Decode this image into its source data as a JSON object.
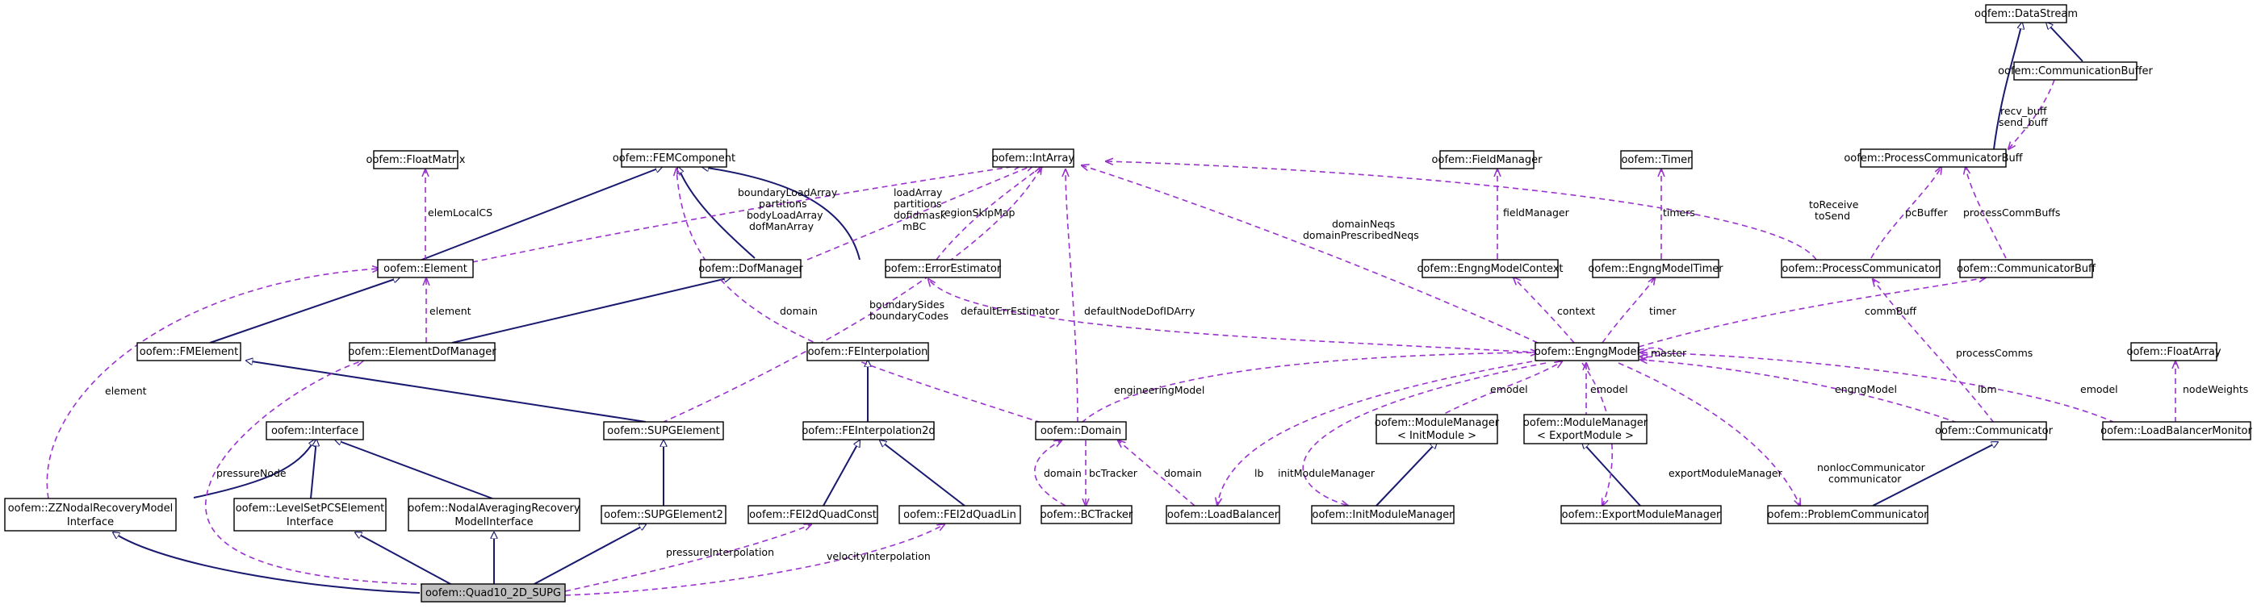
{
  "diagram_title": "",
  "colors": {
    "inherit_edge": "#191970",
    "use_edge": "#9a32cd",
    "root_fill": "#bfbfbf",
    "node_fill": "#ffffff"
  },
  "nodes": {
    "datastream": "oofem::DataStream",
    "communicationbuffer": "oofem::CommunicationBuffer",
    "processcommunicatorbuff": "oofem::ProcessCommunicatorBuff",
    "floatmatrix": "oofem::FloatMatrix",
    "femcomponent": "oofem::FEMComponent",
    "intarray": "oofem::IntArray",
    "fieldmanager": "oofem::FieldManager",
    "timer": "oofem::Timer",
    "element": "oofem::Element",
    "dofmanager": "oofem::DofManager",
    "errorestimator": "oofem::ErrorEstimator",
    "engngmodelcontext": "oofem::EngngModelContext",
    "engngmodeltimer": "oofem::EngngModelTimer",
    "processcommunicator": "oofem::ProcessCommunicator",
    "communicatorbuff": "oofem::CommunicatorBuff",
    "fmelement": "oofem::FMElement",
    "elementdofmanager": "oofem::ElementDofManager",
    "feinterpolation": "oofem::FEInterpolation",
    "engngmodel": "oofem::EngngModel",
    "floatarray": "oofem::FloatArray",
    "interface": "oofem::Interface",
    "supgelement": "oofem::SUPGElement",
    "feinterpolation2d": "oofem::FEInterpolation2d",
    "domain": "oofem::Domain",
    "modulemanager_init_1": "oofem::ModuleManager",
    "modulemanager_init_2": "< InitModule >",
    "modulemanager_export_1": "oofem::ModuleManager",
    "modulemanager_export_2": "< ExportModule >",
    "communicator": "oofem::Communicator",
    "loadbalancermonitor": "oofem::LoadBalancerMonitor",
    "zznodal_1": "oofem::ZZNodalRecoveryModel",
    "zznodal_2": "Interface",
    "levelset_1": "oofem::LevelSetPCSElement",
    "levelset_2": "Interface",
    "nodalavg_1": "oofem::NodalAveragingRecovery",
    "nodalavg_2": "ModelInterface",
    "supgelement2": "oofem::SUPGElement2",
    "fei2dquadconst": "oofem::FEI2dQuadConst",
    "fei2dquadlin": "oofem::FEI2dQuadLin",
    "bctracker": "oofem::BCTracker",
    "loadbalancer": "oofem::LoadBalancer",
    "initmodulemanager": "oofem::InitModuleManager",
    "exportmodulemanager": "oofem::ExportModuleManager",
    "problemcommunicator": "oofem::ProblemCommunicator",
    "quad10": "oofem::Quad10_2D_SUPG"
  },
  "labels": {
    "recv_buff": "recv_buff",
    "send_buff": "send_buff",
    "pcbuffer": "pcBuffer",
    "processcommbuffs": "processCommBuffs",
    "toreceive": "toReceive",
    "tosend": "toSend",
    "elemlocalcs": "elemLocalCS",
    "boundaryloadarray": "boundaryLoadArray",
    "partitions_a": "partitions",
    "bodyloadarray": "bodyLoadArray",
    "dofmanarray": "dofManArray",
    "loadarray": "loadArray",
    "partitions_b": "partitions",
    "dofidmask": "dofidmask",
    "mbc": "mBC",
    "regionskipmap": "regionSkipMap",
    "fieldmanager": "fieldManager",
    "timers": "timers",
    "domainneqs": "domainNeqs",
    "domainprescribedneqs": "domainPrescribedNeqs",
    "element_a": "element",
    "domain_a": "domain",
    "boundarysides": "boundarySides",
    "boundarycodes": "boundaryCodes",
    "defaulterrestimator": "defaultErrEstimator",
    "defaultnodedofidarry": "defaultNodeDofIDArry",
    "context": "context",
    "timer": "timer",
    "commbuff": "commBuff",
    "master": "master",
    "element_b": "element",
    "engineeringmodel": "engineeringModel",
    "emodel_a": "emodel",
    "emodel_b": "emodel",
    "engngmodel_lbl": "engngModel",
    "lbm": "lbm",
    "emodel_c": "emodel",
    "nodeweights": "nodeWeights",
    "processcomms": "processComms",
    "pressurenode": "pressureNode",
    "lb": "lb",
    "initmodulemanager": "initModuleManager",
    "exportmodulemanager": "exportModuleManager",
    "nonloccommunicator": "nonlocCommunicator",
    "communicator": "communicator",
    "domain_b": "domain",
    "bctracker": "bcTracker",
    "domain_c": "domain",
    "pressureinterpolation": "pressureInterpolation",
    "velocityinterpolation": "velocityInterpolation"
  }
}
